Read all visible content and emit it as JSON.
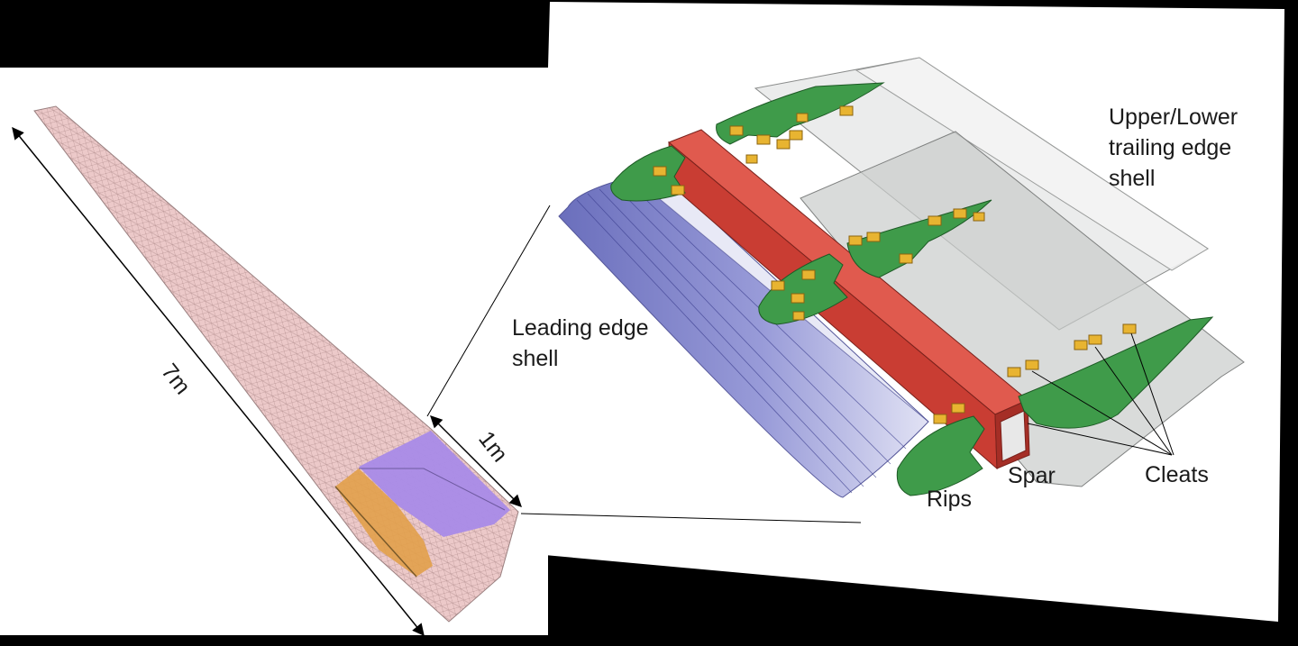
{
  "labels": {
    "length_7m": "7m",
    "width_1m": "1m",
    "leading_edge_line1": "Leading edge",
    "leading_edge_line2": "shell",
    "trailing_line1": "Upper/Lower",
    "trailing_line2": "trailing edge",
    "trailing_line3": "shell",
    "rips": "Rips",
    "spar": "Spar",
    "cleats": "Cleats"
  },
  "colors": {
    "background": "#000000",
    "panel": "#ffffff",
    "blade_mesh": "#ecc9c9",
    "section_purple": "#a98be8",
    "section_orange": "#e2a04a",
    "leading_edge_shell": "#8d8fd0",
    "trailing_edge_shell": "#c9cccb",
    "spar": "#d0463a",
    "rips": "#3f9b4a",
    "cleats": "#e8b431"
  }
}
